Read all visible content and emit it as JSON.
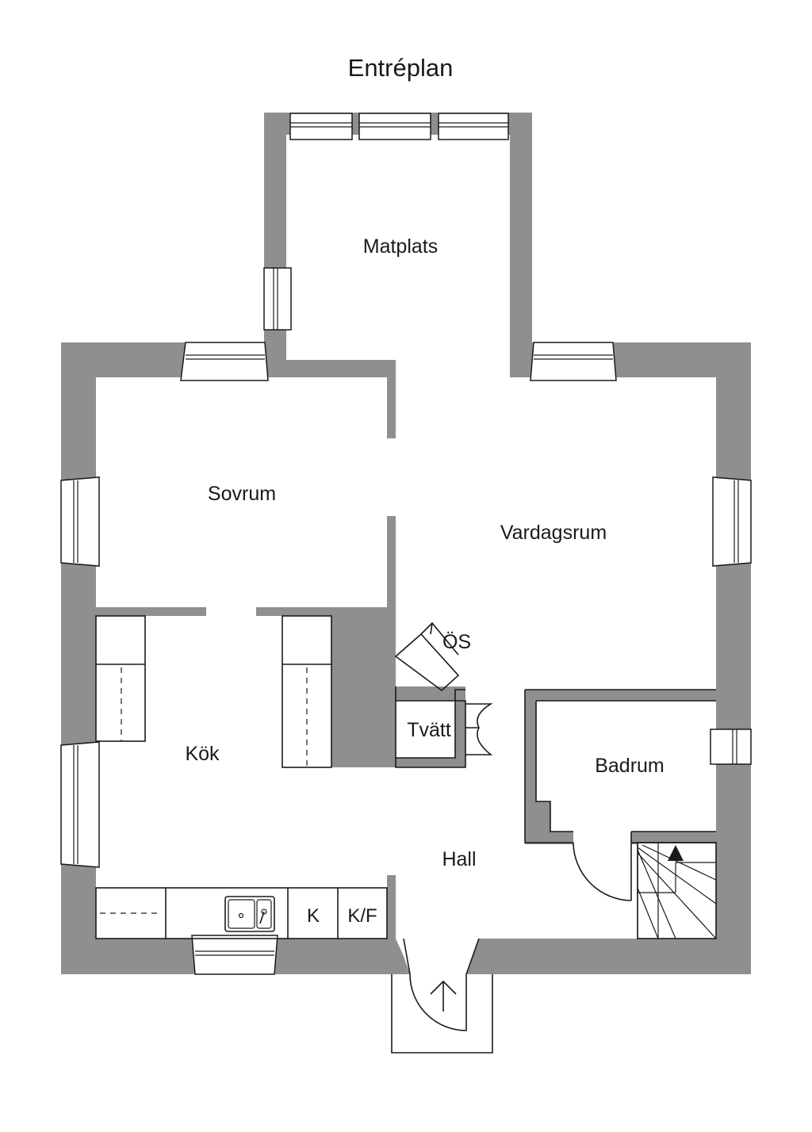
{
  "plan": {
    "title": "Entréplan",
    "rooms": {
      "matplats": "Matplats",
      "sovrum": "Sovrum",
      "vardagsrum": "Vardagsrum",
      "os": "ÖS",
      "tvatt": "Tvätt",
      "kok": "Kök",
      "badrum": "Badrum",
      "hall": "Hall"
    },
    "appliances": {
      "fridge": "K",
      "fridge_freezer": "K/F"
    }
  },
  "colors": {
    "wall": "#8f8f8f",
    "line": "#1a1a1a",
    "background": "#ffffff"
  }
}
